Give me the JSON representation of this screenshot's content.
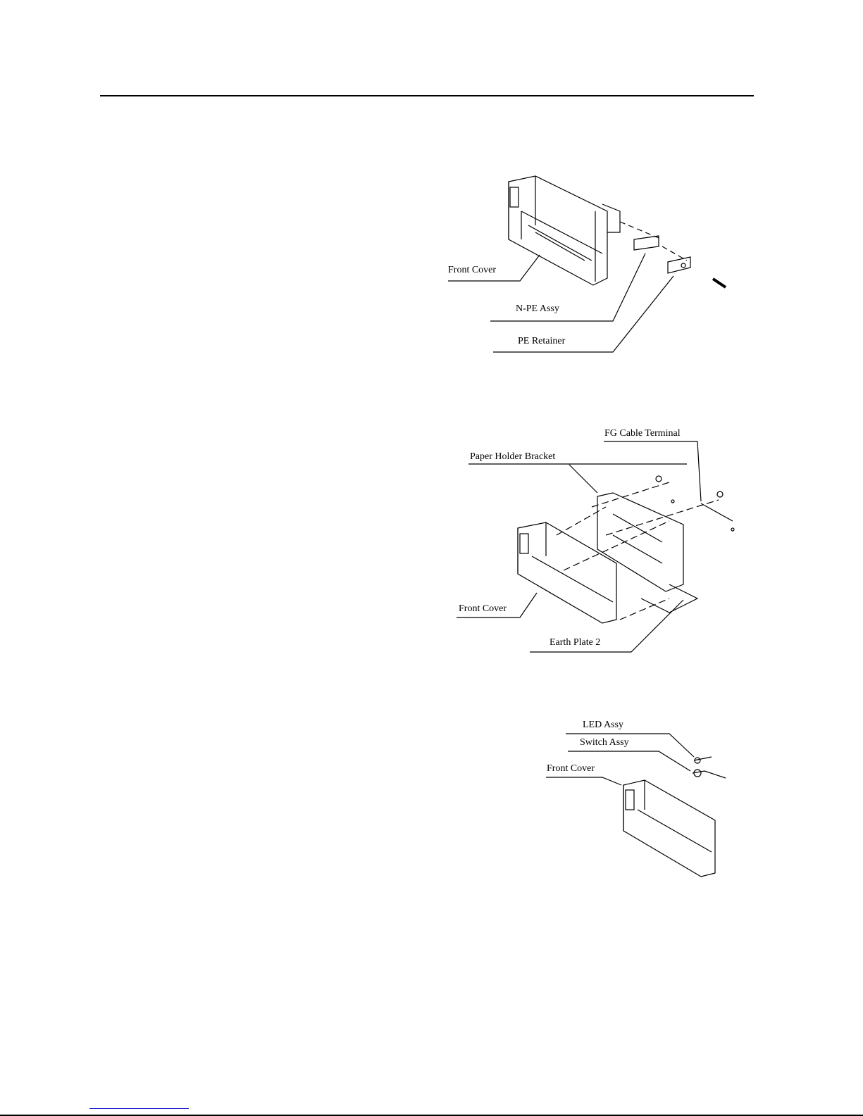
{
  "figure1": {
    "labels": {
      "front_cover": "Front Cover",
      "npe_assy": "N-PE Assy",
      "pe_retainer": "PE Retainer"
    }
  },
  "figure2": {
    "labels": {
      "fg_cable_terminal": "FG Cable Terminal",
      "paper_holder_bracket": "Paper Holder Bracket",
      "front_cover": "Front Cover",
      "earth_plate": "Earth Plate 2"
    }
  },
  "figure3": {
    "labels": {
      "led_assy": "LED Assy",
      "switch_assy": "Switch Assy",
      "front_cover": "Front Cover"
    }
  }
}
